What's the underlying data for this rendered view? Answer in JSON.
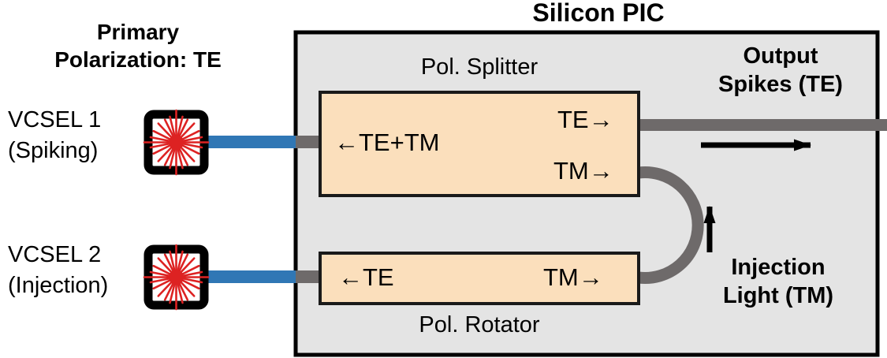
{
  "diagram": {
    "title": "Silicon PIC",
    "chip_fill": "#e4e4e4",
    "chip_border": "#000000",
    "component_fill": "#fbdfbc",
    "component_border": "#1a1a1a",
    "fiber_color": "#3077b5",
    "waveguide_color": "#6e6a6a",
    "laser_color": "#dd2222"
  },
  "left_panel": {
    "heading_line1": "Primary",
    "heading_line2": "Polarization: TE",
    "sources": [
      {
        "name_line1": "VCSEL 1",
        "name_line2": "(Spiking)",
        "icon": "laser-burst-icon"
      },
      {
        "name_line1": "VCSEL 2",
        "name_line2": "(Injection)",
        "icon": "laser-burst-icon"
      }
    ]
  },
  "chip": {
    "components": [
      {
        "caption": "Pol. Splitter",
        "caption_position": "top",
        "port_in": "←TE+TM",
        "port_out_top": "TE→",
        "port_out_bottom": "TM→"
      },
      {
        "caption": "Pol. Rotator",
        "caption_position": "bottom",
        "port_in": "←TE",
        "port_out": "TM→"
      }
    ],
    "annotations": {
      "output_line1": "Output",
      "output_line2": "Spikes (TE)",
      "injection_line1": "Injection",
      "injection_line2": "Light (TM)"
    }
  }
}
